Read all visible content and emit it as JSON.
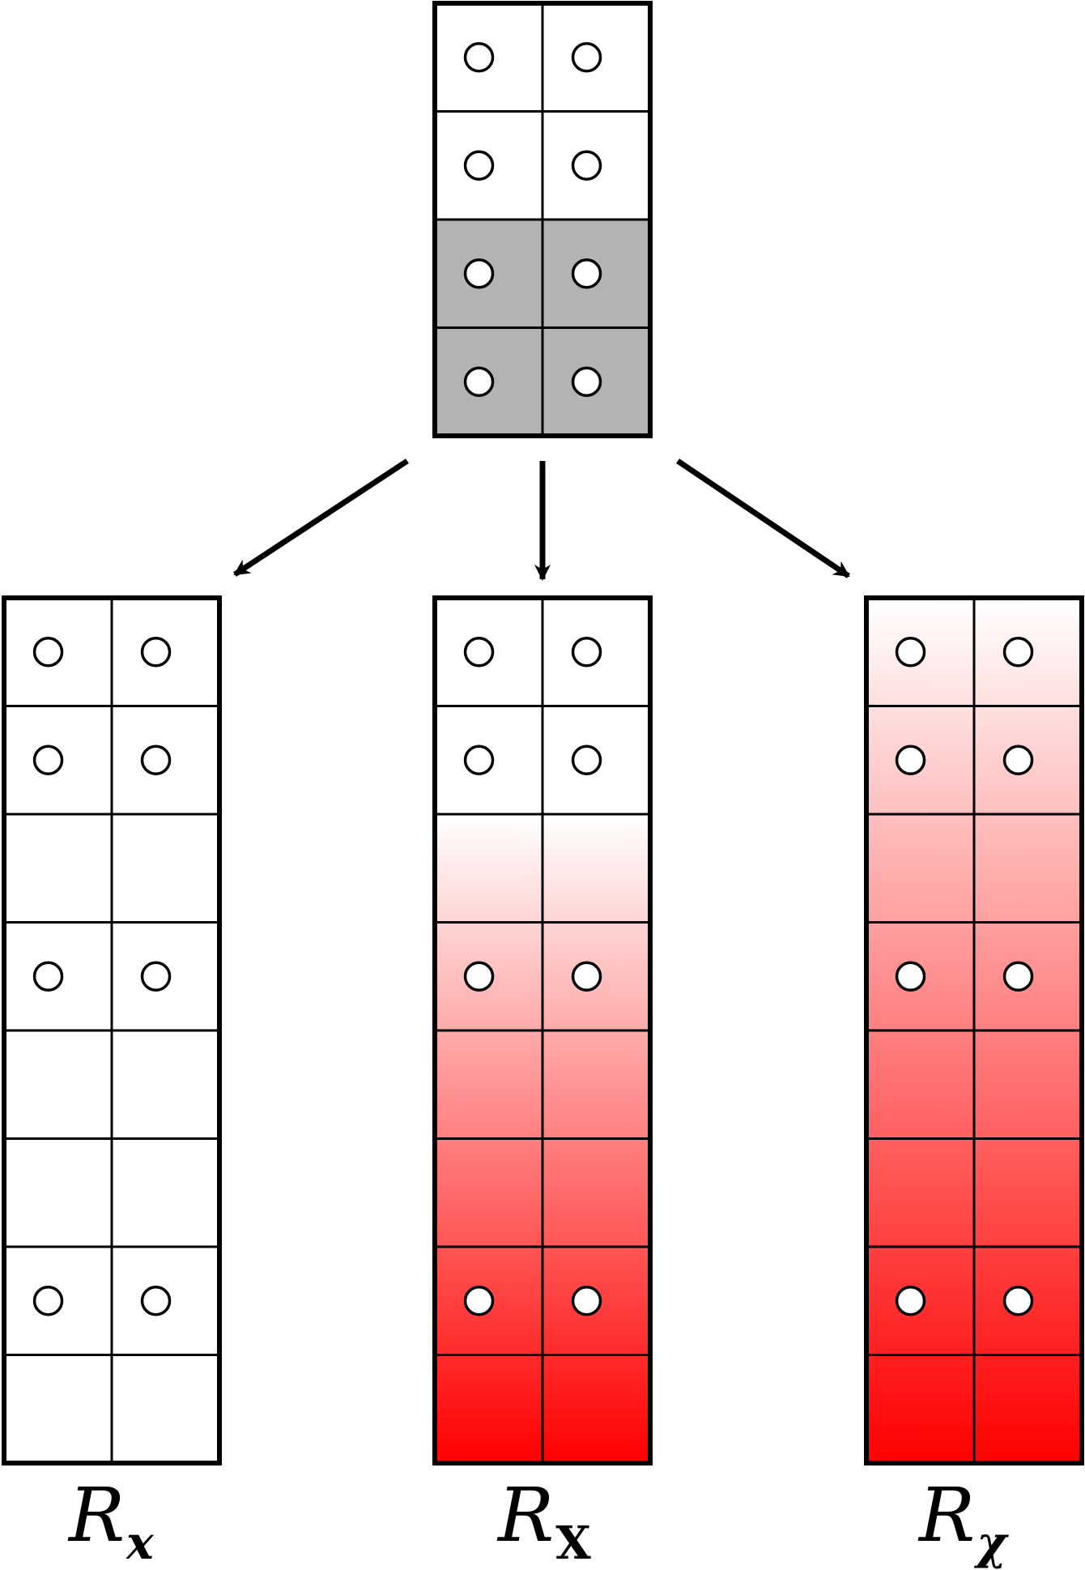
{
  "colors": {
    "stroke": "#000000",
    "shaded_block": "#b3b3b3",
    "gradient_start": "#ffffff",
    "gradient_end": "#ff0000"
  },
  "source_block": {
    "rows": 4,
    "cols": 2,
    "shaded_rows": [
      2,
      3
    ],
    "dots_in_rows": [
      0,
      1,
      2,
      3
    ]
  },
  "panels": [
    {
      "label_main": "R",
      "label_sub": "x",
      "rows": 8,
      "dots_in_rows": [
        0,
        1,
        3,
        6
      ],
      "fill": "none"
    },
    {
      "label_main": "R",
      "label_sub": "X",
      "rows": 8,
      "dots_in_rows": [
        0,
        1,
        3,
        6
      ],
      "fill": "gradient",
      "gradient_from_row": 2
    },
    {
      "label_main": "R",
      "label_sub": "χ",
      "rows": 8,
      "dots_in_rows": [
        0,
        1,
        3,
        6
      ],
      "fill": "gradient",
      "gradient_from_row": 0
    }
  ]
}
